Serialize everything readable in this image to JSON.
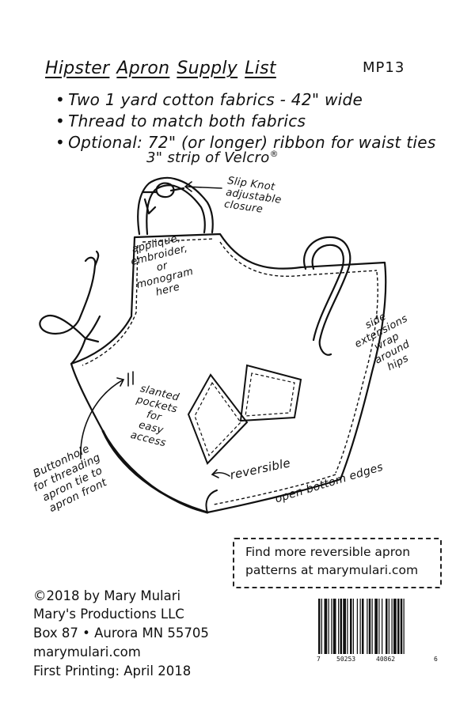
{
  "header": {
    "title_words": [
      "Hipster",
      "Apron",
      "Supply",
      "List"
    ],
    "code": "MP13"
  },
  "supplies": [
    "Two 1 yard cotton fabrics - 42\" wide",
    "Thread to match both fabrics",
    "Optional: 72\" (or longer) ribbon for waist ties",
    "3\" strip of Velcro"
  ],
  "supply_trademark": "®",
  "bullet": "•",
  "annotations": {
    "slip_knot": [
      "Slip Knot",
      "adjustable",
      "closure"
    ],
    "applique": [
      "applique,",
      "embroider,",
      "or",
      "monogram",
      "here"
    ],
    "side_extensions": [
      "side",
      "extensions",
      "wrap",
      "around",
      "hips"
    ],
    "pockets": [
      "slanted",
      "pockets",
      "for",
      "easy",
      "access"
    ],
    "buttonhole": [
      "Buttonhole",
      "for threading",
      "apron tie to",
      "apron front"
    ],
    "reversible": "reversible",
    "open_bottom": "open bottom edges"
  },
  "promo": {
    "line1": "Find more reversible apron",
    "line2": "patterns at marymulari.com"
  },
  "credits": [
    "©2018 by Mary Mulari",
    "Mary's Productions LLC",
    "Box 87 • Aurora MN 55705",
    "marymulari.com",
    "First Printing: April 2018"
  ],
  "barcode_digits": [
    "7",
    "50253",
    "40862",
    "6"
  ]
}
